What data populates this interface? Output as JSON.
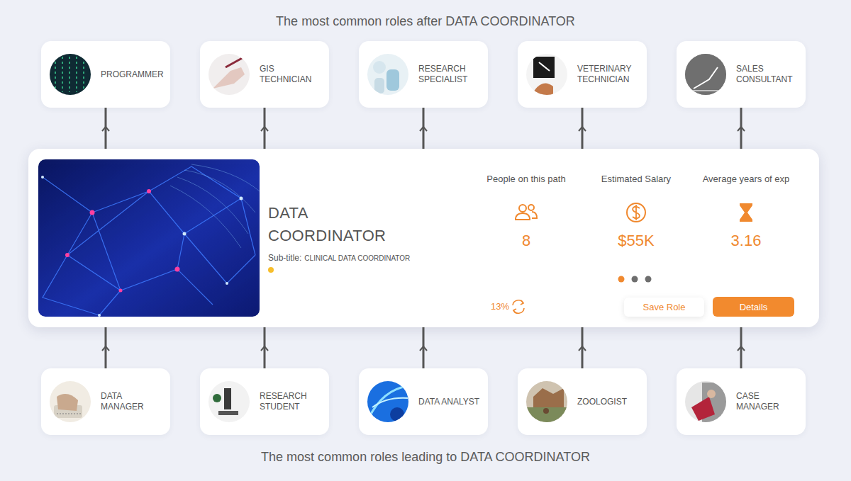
{
  "diagram": {
    "title": "The most common roles after DATA COORDINATOR",
    "caption": "The most common roles leading to DATA COORDINATOR",
    "nodes": [
      {
        "text": [
          "PROGRAMMER"
        ]
      },
      {
        "text": [
          "GIS TECHNICIAN"
        ]
      },
      {
        "text": [
          "RESEARCH SPECIALIST"
        ]
      },
      {
        "text": [
          "VETERINARY TECHNICIAN"
        ]
      },
      {
        "text": [
          "SALES CONSULTANT"
        ]
      },
      {
        "text": [
          "DATA COORDINATOR",
          "Sub-title:",
          "CLINICAL DATA COORDINATOR",
          "People on this path",
          "8",
          "Estimated Salary",
          "$55K",
          "Average years of exp",
          "3.16",
          "13%"
        ]
      },
      {
        "text": [
          "Save Role"
        ],
        "in": 5
      },
      {
        "text": [
          "Details"
        ],
        "in": 5
      },
      {
        "text": [
          "DATA MANAGER"
        ]
      },
      {
        "text": [
          "RESEARCH STUDENT"
        ]
      },
      {
        "text": [
          "DATA ANALYST"
        ]
      },
      {
        "text": [
          "ZOOLOGIST"
        ]
      },
      {
        "text": [
          "CASE MANAGER"
        ]
      }
    ],
    "edges": [
      {
        "from": 5,
        "to": 0,
        "arrow": "to"
      },
      {
        "from": 5,
        "to": 1,
        "arrow": "to"
      },
      {
        "from": 5,
        "to": 2,
        "arrow": "to"
      },
      {
        "from": 5,
        "to": 3,
        "arrow": "to"
      },
      {
        "from": 5,
        "to": 4,
        "arrow": "to"
      },
      {
        "from": 8,
        "to": 5,
        "arrow": "to"
      },
      {
        "from": 9,
        "to": 5,
        "arrow": "to"
      },
      {
        "from": 10,
        "to": 5,
        "arrow": "to"
      },
      {
        "from": 11,
        "to": 5,
        "arrow": "to"
      },
      {
        "from": 12,
        "to": 5,
        "arrow": "to"
      }
    ]
  }
}
